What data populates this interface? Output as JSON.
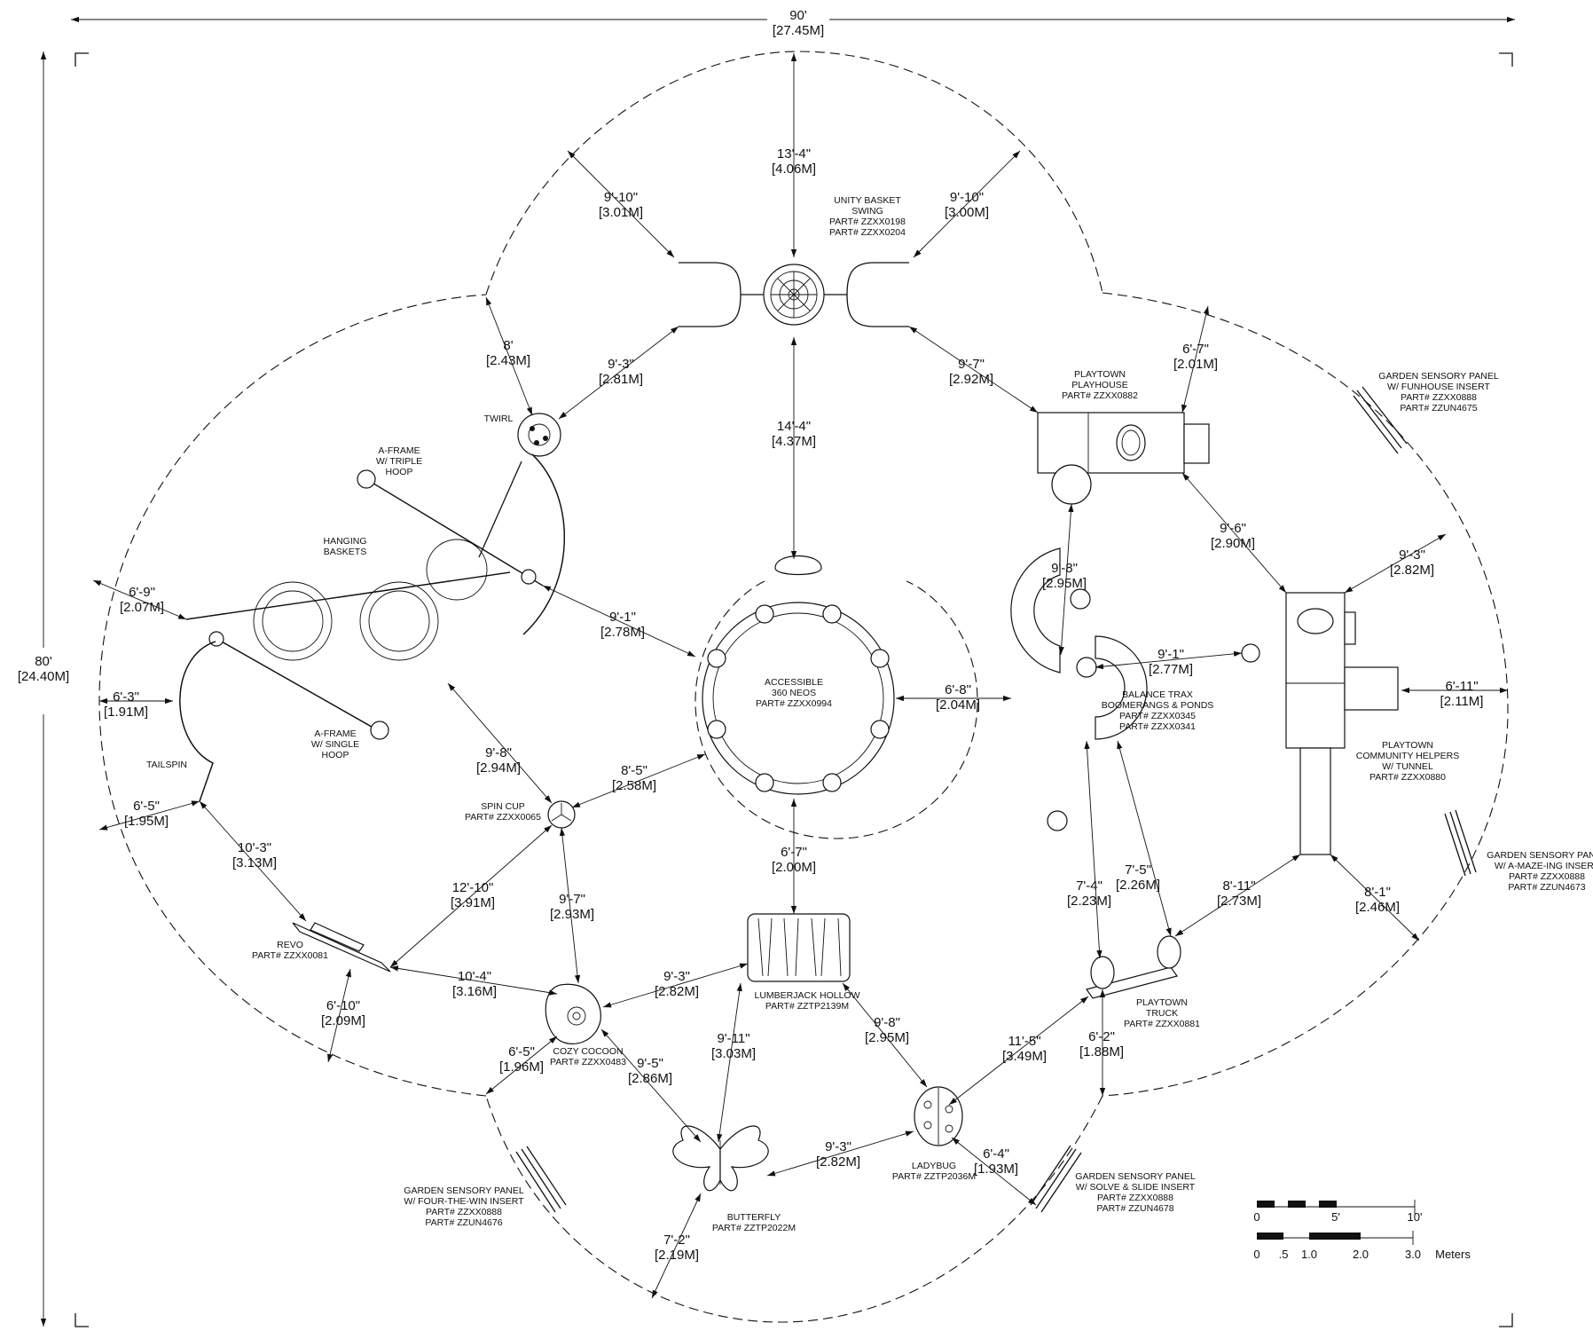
{
  "overall": {
    "width_ft": "90'",
    "width_m": "[27.45M]",
    "height_ft": "80'",
    "height_m": "[24.40M]"
  },
  "dims": [
    {
      "ft": "13'-4\"",
      "m": "[4.06M]"
    },
    {
      "ft": "9'-10\"",
      "m": "[3.01M]"
    },
    {
      "ft": "9'-10\"",
      "m": "[3.00M]"
    },
    {
      "ft": "8'",
      "m": "[2.43M]"
    },
    {
      "ft": "9'-3\"",
      "m": "[2.81M]"
    },
    {
      "ft": "14'-4\"",
      "m": "[4.37M]"
    },
    {
      "ft": "9'-7\"",
      "m": "[2.92M]"
    },
    {
      "ft": "6'-7\"",
      "m": "[2.01M]"
    },
    {
      "ft": "9'-6\"",
      "m": "[2.90M]"
    },
    {
      "ft": "9'-3\"",
      "m": "[2.82M]"
    },
    {
      "ft": "9'-8\"",
      "m": "[2.95M]"
    },
    {
      "ft": "6'-9\"",
      "m": "[2.07M]"
    },
    {
      "ft": "9'-1\"",
      "m": "[2.78M]"
    },
    {
      "ft": "6'-3\"",
      "m": "[1.91M]"
    },
    {
      "ft": "6'-8\"",
      "m": "[2.04M]"
    },
    {
      "ft": "9'-1\"",
      "m": "[2.77M]"
    },
    {
      "ft": "6'-11\"",
      "m": "[2.11M]"
    },
    {
      "ft": "9'-8\"",
      "m": "[2.94M]"
    },
    {
      "ft": "8'-5\"",
      "m": "[2.58M]"
    },
    {
      "ft": "6'-5\"",
      "m": "[1.95M]"
    },
    {
      "ft": "10'-3\"",
      "m": "[3.13M]"
    },
    {
      "ft": "6'-7\"",
      "m": "[2.00M]"
    },
    {
      "ft": "12'-10\"",
      "m": "[3.91M]"
    },
    {
      "ft": "9'-7\"",
      "m": "[2.93M]"
    },
    {
      "ft": "7'-4\"",
      "m": "[2.23M]"
    },
    {
      "ft": "7'-5\"",
      "m": "[2.26M]"
    },
    {
      "ft": "8'-11\"",
      "m": "[2.73M]"
    },
    {
      "ft": "8'-1\"",
      "m": "[2.46M]"
    },
    {
      "ft": "10'-4\"",
      "m": "[3.16M]"
    },
    {
      "ft": "9'-3\"",
      "m": "[2.82M]"
    },
    {
      "ft": "6'-10\"",
      "m": "[2.09M]"
    },
    {
      "ft": "9'-8\"",
      "m": "[2.95M]"
    },
    {
      "ft": "9'-11\"",
      "m": "[3.03M]"
    },
    {
      "ft": "6'-5\"",
      "m": "[1.96M]"
    },
    {
      "ft": "9'-5\"",
      "m": "[2.86M]"
    },
    {
      "ft": "11'-5\"",
      "m": "[3.49M]"
    },
    {
      "ft": "6'-2\"",
      "m": "[1.88M]"
    },
    {
      "ft": "9'-3\"",
      "m": "[2.82M]"
    },
    {
      "ft": "6'-4\"",
      "m": "[1.93M]"
    },
    {
      "ft": "7'-2\"",
      "m": "[2.19M]"
    }
  ],
  "labels": {
    "unity_basket_swing": [
      "UNITY BASKET",
      "SWING",
      "PART# ZZXX0198",
      "PART# ZZXX0204"
    ],
    "playtown_playhouse": [
      "PLAYTOWN",
      "PLAYHOUSE",
      "PART# ZZXX0882"
    ],
    "garden_funhouse": [
      "GARDEN SENSORY PANEL",
      "W/ FUNHOUSE INSERT",
      "PART# ZZXX0888",
      "PART# ZZUN4675"
    ],
    "twirl": [
      "TWIRL"
    ],
    "a_frame_triple": [
      "A-FRAME",
      "W/ TRIPLE",
      "HOOP"
    ],
    "hanging_baskets": [
      "HANGING",
      "BASKETS"
    ],
    "accessible_neos": [
      "ACCESSIBLE",
      "360 NEOS",
      "PART# ZZXX0994"
    ],
    "balance_trax": [
      "BALANCE TRAX",
      "BOOMERANGS & PONDS",
      "PART# ZZXX0345",
      "PART# ZZXX0341"
    ],
    "community_helpers": [
      "PLAYTOWN",
      "COMMUNITY HELPERS",
      "W/ TUNNEL",
      "PART# ZZXX0880"
    ],
    "a_frame_single": [
      "A-FRAME",
      "W/ SINGLE",
      "HOOP"
    ],
    "tailspin": [
      "TAILSPIN"
    ],
    "spin_cup": [
      "SPIN CUP",
      "PART# ZZXX0065"
    ],
    "garden_amazing": [
      "GARDEN SENSORY PANEL",
      "W/ A-MAZE-ING INSERT",
      "PART# ZZXX0888",
      "PART# ZZUN4673"
    ],
    "revo": [
      "REVO",
      "PART# ZZXX0081"
    ],
    "lumberjack": [
      "LUMBERJACK HOLLOW",
      "PART# ZZTP2139M"
    ],
    "playtown_truck": [
      "PLAYTOWN",
      "TRUCK",
      "PART# ZZXX0881"
    ],
    "cozy_cocoon": [
      "COZY COCOON",
      "PART# ZZXX0483"
    ],
    "ladybug": [
      "LADYBUG",
      "PART# ZZTP2036M"
    ],
    "garden_solve": [
      "GARDEN SENSORY PANEL",
      "W/ SOLVE & SLIDE INSERT",
      "PART# ZZXX0888",
      "PART# ZZUN4678"
    ],
    "garden_four": [
      "GARDEN SENSORY PANEL",
      "W/ FOUR-THE-WIN INSERT",
      "PART# ZZXX0888",
      "PART# ZZUN4676"
    ],
    "butterfly": [
      "BUTTERFLY",
      "PART# ZZTP2022M"
    ]
  },
  "scale_bar": {
    "feet_ticks": [
      "0",
      "5'",
      "10'"
    ],
    "meter_ticks": [
      "0",
      ".5",
      "1.0",
      "2.0",
      "3.0"
    ],
    "meter_unit": "Meters"
  }
}
